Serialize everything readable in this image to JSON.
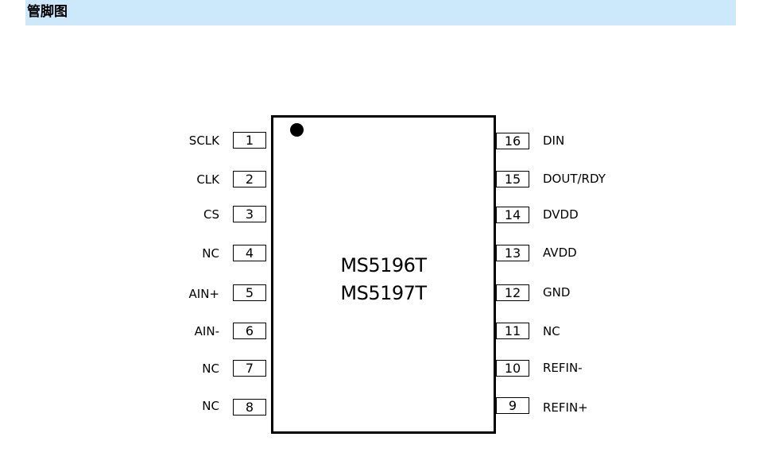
{
  "header": {
    "title": "管脚图"
  },
  "chip": {
    "part_names": [
      "MS5196T",
      "MS5197T"
    ]
  },
  "left_pins": [
    {
      "number": "1",
      "label": "SCLK"
    },
    {
      "number": "2",
      "label": "CLK"
    },
    {
      "number": "3",
      "label": "CS"
    },
    {
      "number": "4",
      "label": "NC"
    },
    {
      "number": "5",
      "label": "AIN+"
    },
    {
      "number": "6",
      "label": "AIN-"
    },
    {
      "number": "7",
      "label": "NC"
    },
    {
      "number": "8",
      "label": "NC"
    }
  ],
  "right_pins": [
    {
      "number": "16",
      "label": "DIN"
    },
    {
      "number": "15",
      "label": "DOUT/RDY"
    },
    {
      "number": "14",
      "label": "DVDD"
    },
    {
      "number": "13",
      "label": "AVDD"
    },
    {
      "number": "12",
      "label": "GND"
    },
    {
      "number": "11",
      "label": "NC"
    },
    {
      "number": "10",
      "label": "REFIN-"
    },
    {
      "number": "9",
      "label": "REFIN+"
    }
  ],
  "colors": {
    "header_background": "#cce8fb",
    "outline": "#000000"
  }
}
